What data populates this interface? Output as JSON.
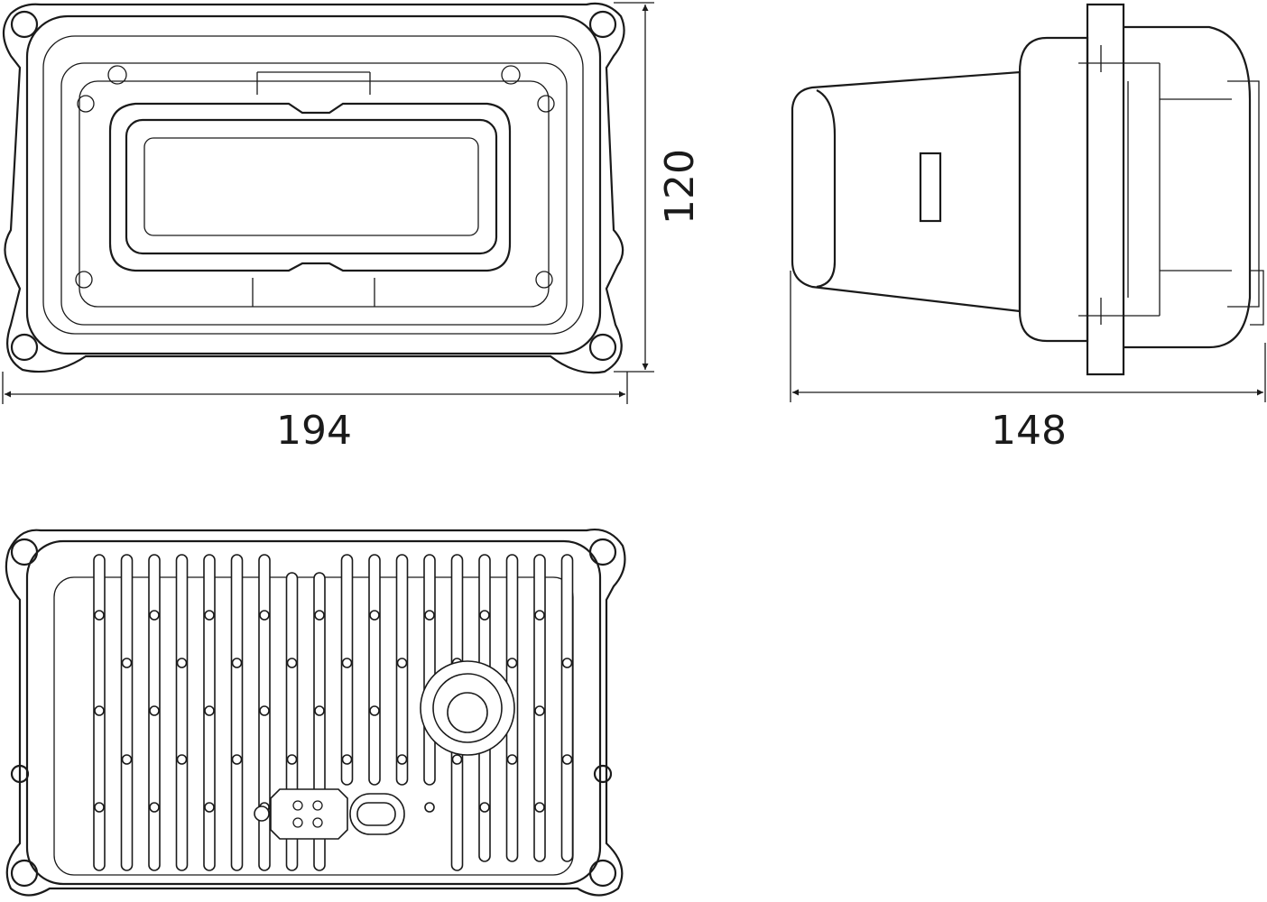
{
  "dimensions": {
    "width": "194",
    "height": "120",
    "depth": "148"
  },
  "colors": {
    "line": "#1a1a1a",
    "background": "#ffffff"
  }
}
